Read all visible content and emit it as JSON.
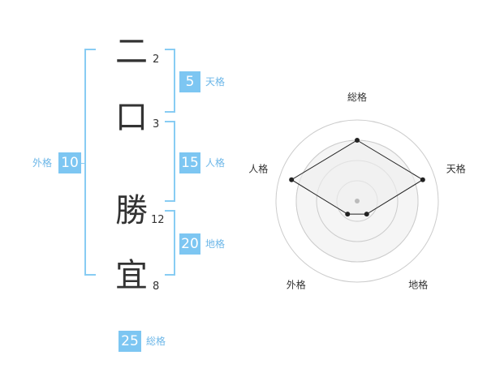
{
  "name_chars": [
    {
      "char": "二",
      "strokes": "2"
    },
    {
      "char": "口",
      "strokes": "3"
    },
    {
      "char": "勝",
      "strokes": "12"
    },
    {
      "char": "宜",
      "strokes": "8"
    }
  ],
  "fortune": {
    "tenkaku": {
      "value": "5",
      "label": "天格"
    },
    "jinkaku": {
      "value": "15",
      "label": "人格"
    },
    "chikaku": {
      "value": "20",
      "label": "地格"
    },
    "gaikaku": {
      "value": "10",
      "label": "外格"
    },
    "soukaku": {
      "value": "25",
      "label": "総格"
    }
  },
  "radar": {
    "axes": [
      "総格",
      "天格",
      "地格",
      "外格",
      "人格"
    ],
    "levels": 4,
    "values": [
      0.75,
      0.85,
      0.2,
      0.2,
      0.85
    ],
    "colors": {
      "fill": "#eeeeee",
      "stroke": "#222222",
      "grid": "#cccccc",
      "center": "#bbbbbb"
    }
  }
}
